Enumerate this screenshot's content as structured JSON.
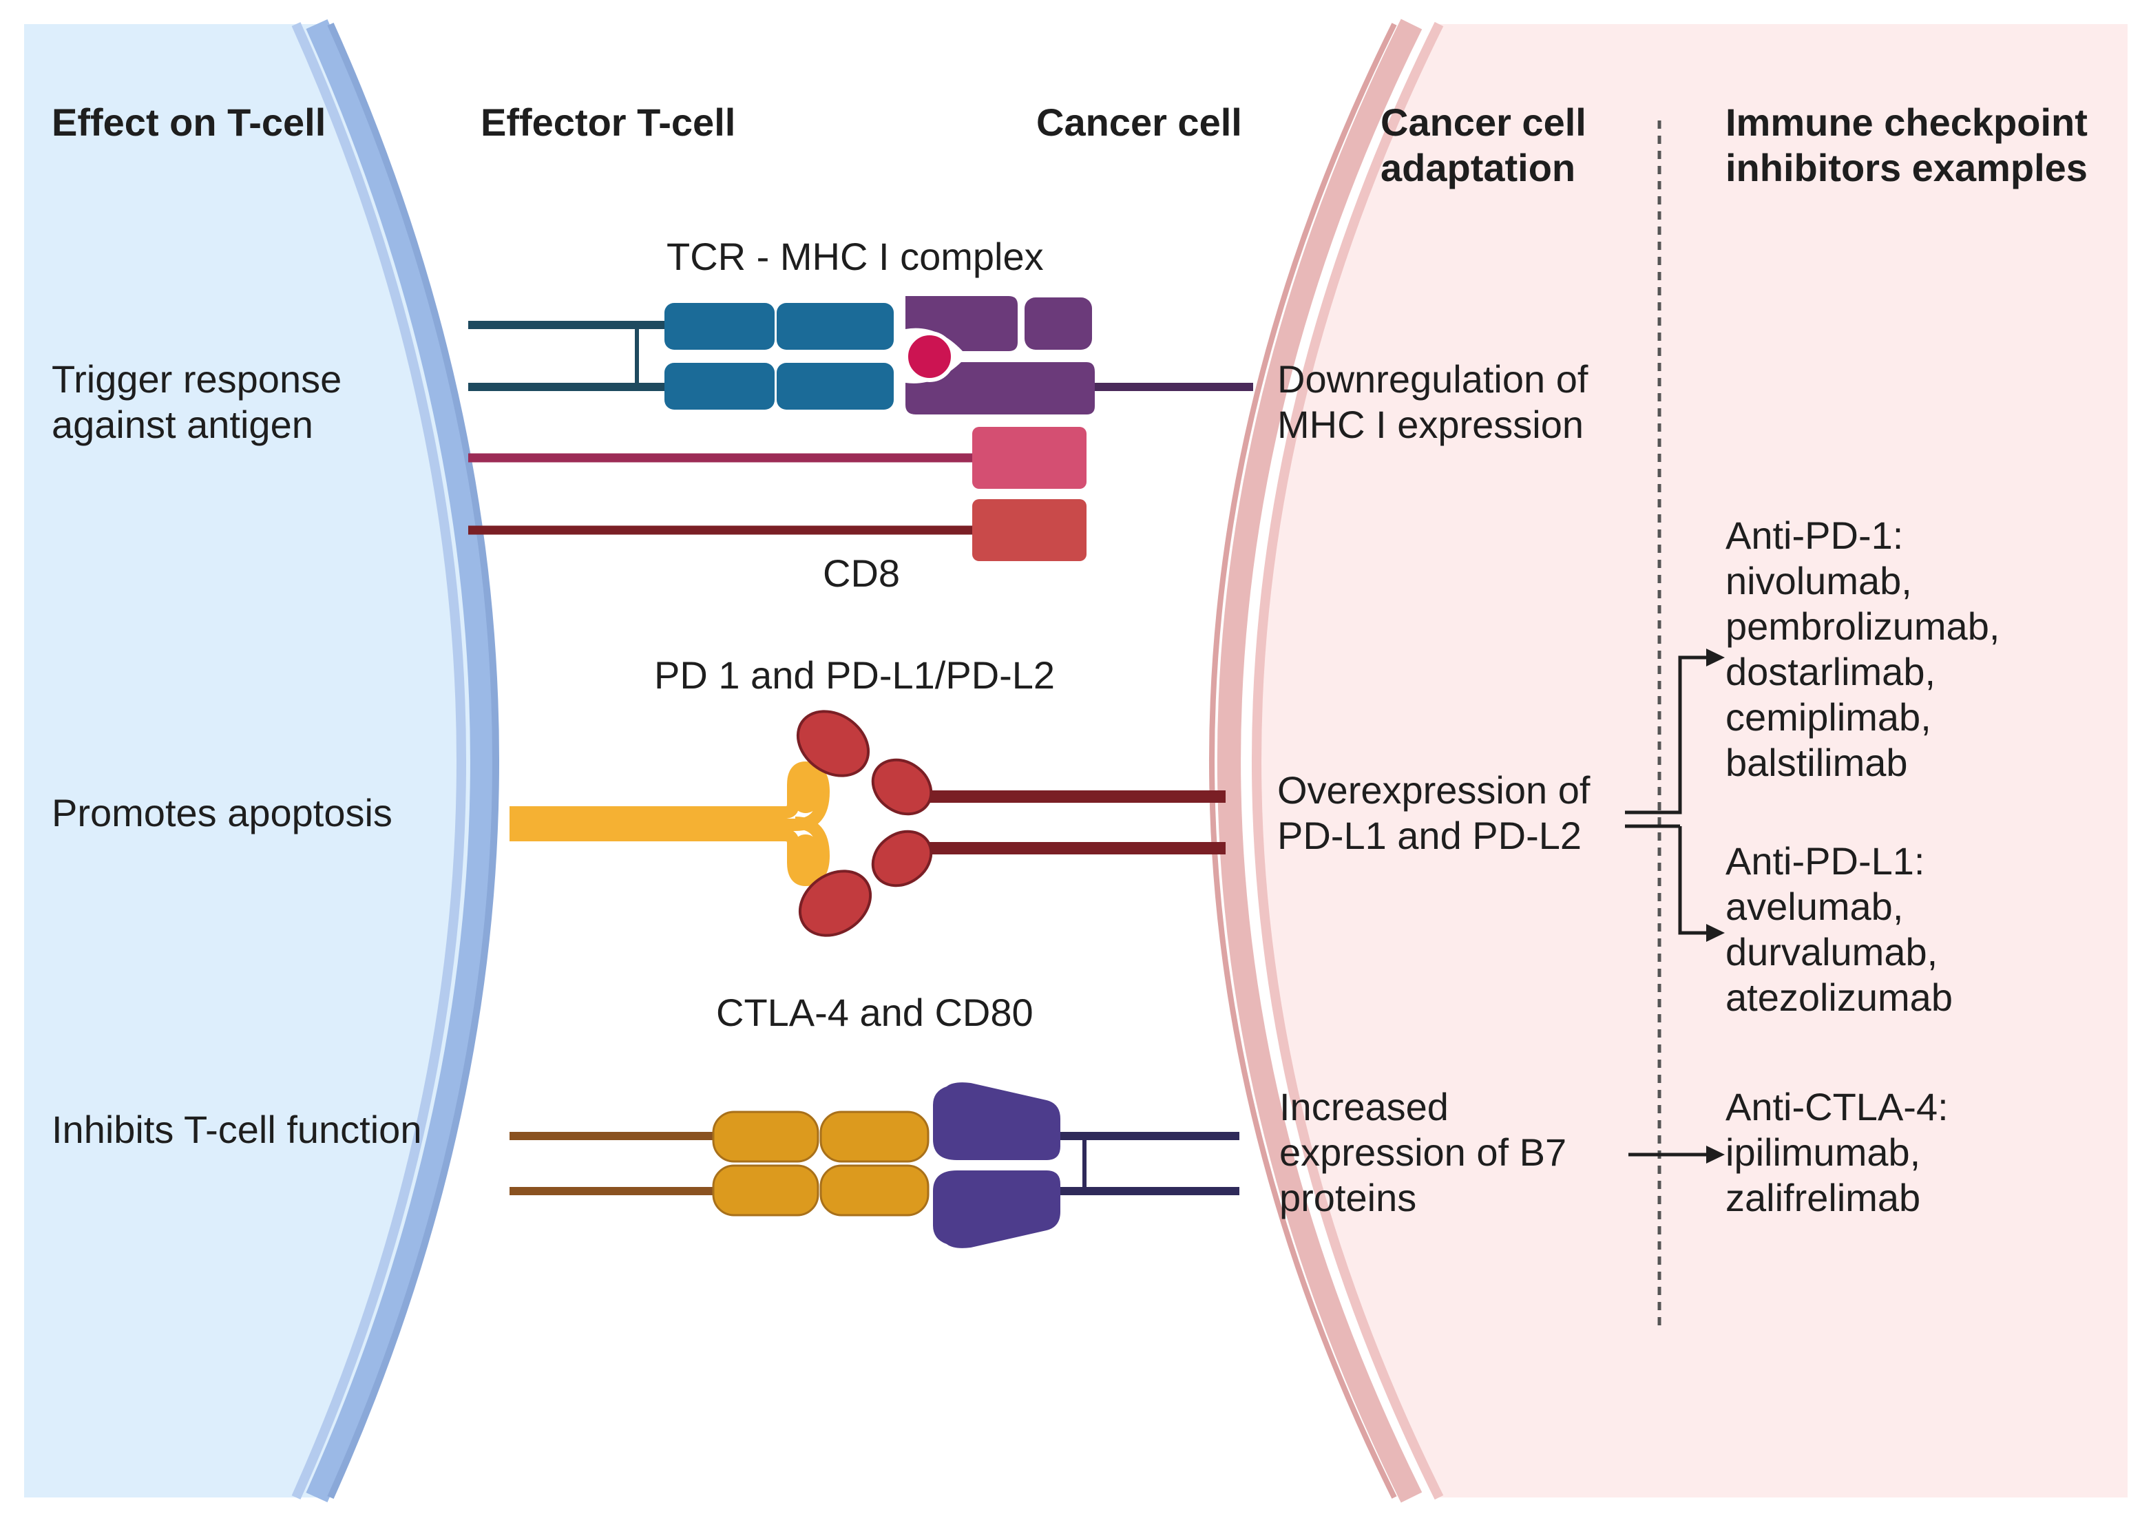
{
  "headers": {
    "effect": "Effect on T-cell",
    "effector": "Effector T-cell",
    "cancer": "Cancer cell",
    "adaptation": "Cancer cell\nadaptation",
    "inhibitors": "Immune checkpoint\ninhibitors examples"
  },
  "effects": {
    "trigger": "Trigger response\nagainst antigen",
    "apoptosis": "Promotes apoptosis",
    "inhibits": "Inhibits T-cell function"
  },
  "complexes": {
    "tcr": "TCR - MHC I complex",
    "cd8": "CD8",
    "pd1": "PD 1 and  PD-L1/PD-L2",
    "ctla4": "CTLA-4 and CD80"
  },
  "adaptations": {
    "mhc": "Downregulation of\nMHC I expression",
    "pdl": "Overexpression of\nPD-L1 and PD-L2",
    "b7": "Increased\nexpression of B7\nproteins"
  },
  "inhibitors": {
    "pd1": "Anti-PD-1:\nnivolumab,\npembrolizumab,\ndostarlimab,\ncemiplimab,\nbalstilimab",
    "pdl1": "Anti-PD-L1:\navelumab,\ndurvalumab,\natezolizumab",
    "ctla4": "Anti-CTLA-4:\nipilimumab,\nzalifrelimab"
  },
  "colors": {
    "tcell_fill": "#ddeefc",
    "tcell_membrane": "#9bb9e6",
    "cancer_fill": "#fdecec",
    "cancer_membrane": "#e8b1b1",
    "tcr": "#1b6b98",
    "mhc": "#6b3a7a",
    "antigen": "#cc1452",
    "cd8_alpha": "#d44f72",
    "cd8_beta": "#c94a4a",
    "pd1": "#f5b133",
    "pdl": "#c23b3e",
    "ctla4": "#dc9a1e",
    "cd80": "#4d3c8c"
  }
}
